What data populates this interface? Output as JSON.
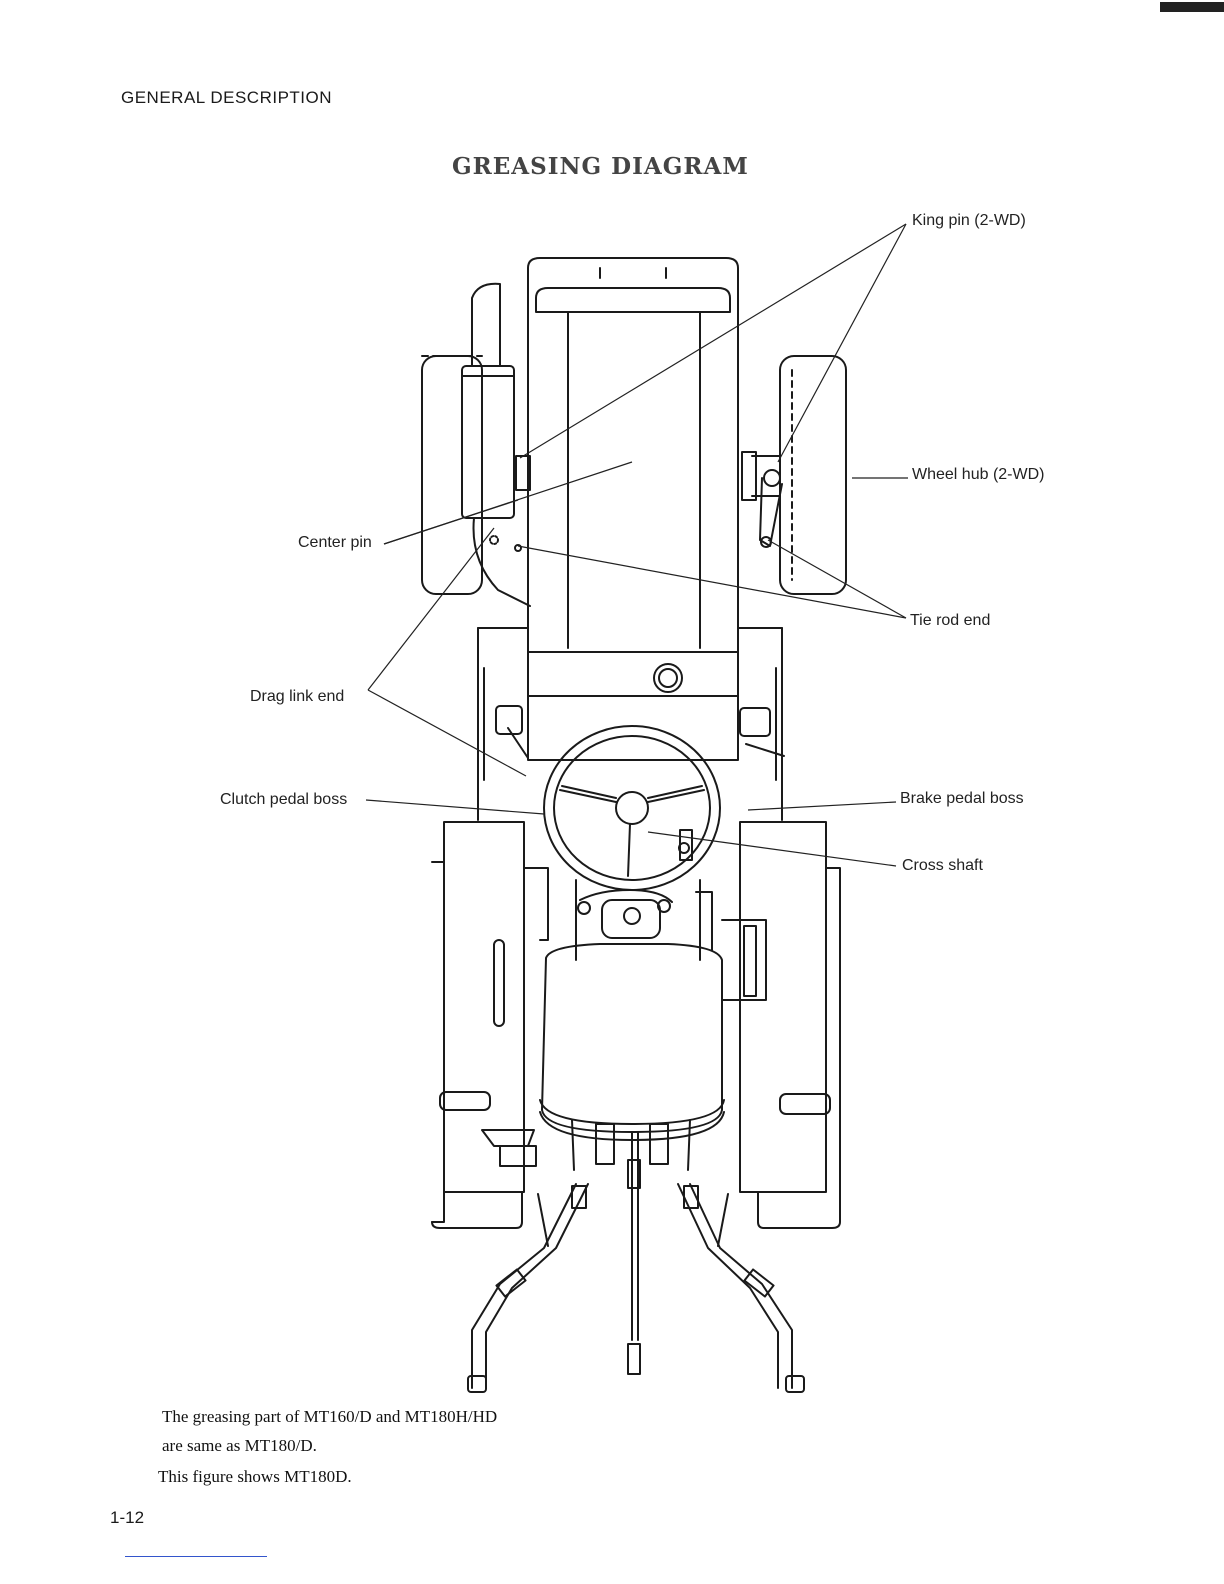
{
  "page": {
    "section_header": "GENERAL DESCRIPTION",
    "title": "GREASING DIAGRAM",
    "page_number": "1-12"
  },
  "callouts": {
    "king_pin": "King pin (2-WD)",
    "wheel_hub": "Wheel hub (2-WD)",
    "center_pin": "Center pin",
    "tie_rod_end": "Tie rod end",
    "drag_link_end": "Drag link end",
    "clutch_pedal_boss": "Clutch pedal boss",
    "brake_pedal_boss": "Brake pedal boss",
    "cross_shaft": "Cross shaft"
  },
  "caption": {
    "line1": "The greasing part of MT160/D and MT180H/HD",
    "line2": "are same as MT180/D.",
    "line3": "This figure shows MT180D."
  }
}
